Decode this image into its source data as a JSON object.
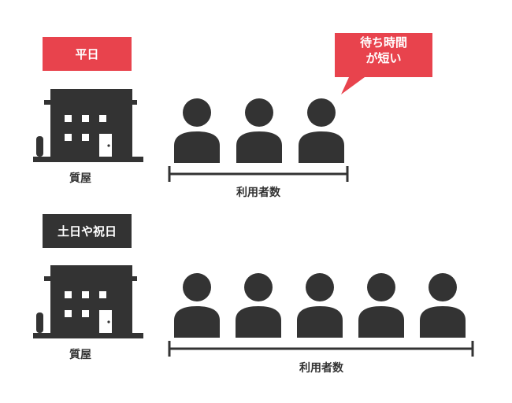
{
  "colors": {
    "accent_red": "#e8434d",
    "dark": "#333333",
    "white": "#ffffff"
  },
  "weekday": {
    "label": "平日",
    "building_label": "質屋",
    "users_label": "利用者数",
    "user_count": 3
  },
  "weekend": {
    "label": "土日や祝日",
    "building_label": "質屋",
    "users_label": "利用者数",
    "user_count": 5
  },
  "bubble": {
    "line1": "待ち時間",
    "line2": "が短い"
  },
  "icons": {
    "building": "building-icon",
    "person": "person-icon"
  }
}
